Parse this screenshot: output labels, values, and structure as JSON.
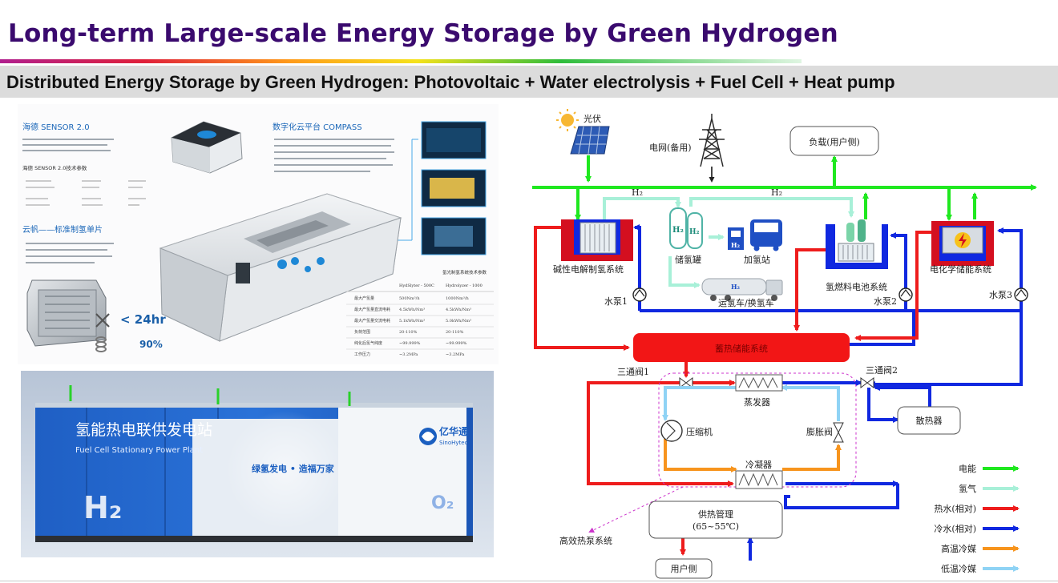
{
  "title": "Long-term Large-scale Energy Storage by Green Hydrogen",
  "subtitle": "Distributed Energy Storage by Green Hydrogen: Photovoltaic + Water electrolysis + Fuel Cell + Heat pump",
  "colors": {
    "title": "#3a0a6e",
    "electricity": "#1fe81f",
    "hydrogen": "#a8f0d8",
    "hot_water": "#ee1c1c",
    "cold_water": "#1028e0",
    "high_temp_refrigerant": "#f7941d",
    "low_temp_refrigerant": "#8fd3f5"
  },
  "electrolyzer_brochure": {
    "sensor_title": "海德 SENSOR 2.0",
    "sensor_params_title": "海德 SENSOR 2.0技术参数",
    "cloud_title": "数字化云平台 COMPASS",
    "stack_title": "云帆——标准制氢单片",
    "time_value": "< 24hr",
    "percent_value": "90%",
    "table_header": "氢光制氢系统技术参数",
    "table_cols": [
      "HydSlyter - 500C",
      "Hydrolyzer - 1000"
    ],
    "table_rows": [
      [
        "最大产氢量",
        "500Nm³/h",
        "1000Nm³/h"
      ],
      [
        "最大产氢量直流电耗",
        "4.5kWh/Nm³",
        "4.5kWh/Nm³"
      ],
      [
        "最大产氢量交流电耗",
        "5.1kWh/Nm³",
        "5.0kWh/Nm³"
      ],
      [
        "负荷范围",
        "20-110%",
        "20-110%"
      ],
      [
        "纯化后氢气纯度",
        "~99.999%",
        "~99.999%"
      ],
      [
        "工作压力",
        "~3.2MPa",
        "~3.2MPa"
      ]
    ]
  },
  "fuel_cell_station": {
    "name_cn": "氢能热电联供发电站",
    "name_en": "Fuel Cell Stationary Power Plant",
    "brand_cn": "亿华通",
    "brand_en": "SinoHytec",
    "slogan": "绿氢发电 • 造福万家",
    "h2_mark": "H₂",
    "o2_mark": "O₂"
  },
  "diagram": {
    "pv": "光伏",
    "grid": "电网(备用)",
    "load": "负载(用户侧)",
    "h2_a": "H₂",
    "h2_b": "H₂",
    "electrolyzer": "碱性电解制氢系统",
    "tank": "储氢罐",
    "tank_h2_left": "H₂",
    "tank_h2_right": "H₂",
    "station": "加氢站",
    "station_icon_text": "H₂",
    "trailer": "运氢车/换氢车",
    "trailer_icon_text": "H₂",
    "fuel_cell": "氢燃料电池系统",
    "battery": "电化学储能系统",
    "pump1": "水泵1",
    "pump2": "水泵2",
    "pump3": "水泵3",
    "heat_storage": "蓄热储能系统",
    "valve1": "三通阀1",
    "valve2": "三通阀2",
    "evaporator": "蒸发器",
    "compressor": "压缩机",
    "expansion_valve": "膨胀阀",
    "condenser": "冷凝器",
    "radiator": "散热器",
    "heat_supply": "供热管理",
    "heat_supply_temp": "(65~55℃)",
    "user_side": "用户侧",
    "heat_pump": "高效热泵系统",
    "legend": [
      {
        "label": "电能",
        "color": "#1fe81f"
      },
      {
        "label": "氢气",
        "color": "#a8f0d8"
      },
      {
        "label": "热水(相对)",
        "color": "#ee1c1c"
      },
      {
        "label": "冷水(相对)",
        "color": "#1028e0"
      },
      {
        "label": "高温冷媒",
        "color": "#f7941d"
      },
      {
        "label": "低温冷媒",
        "color": "#8fd3f5"
      }
    ]
  }
}
